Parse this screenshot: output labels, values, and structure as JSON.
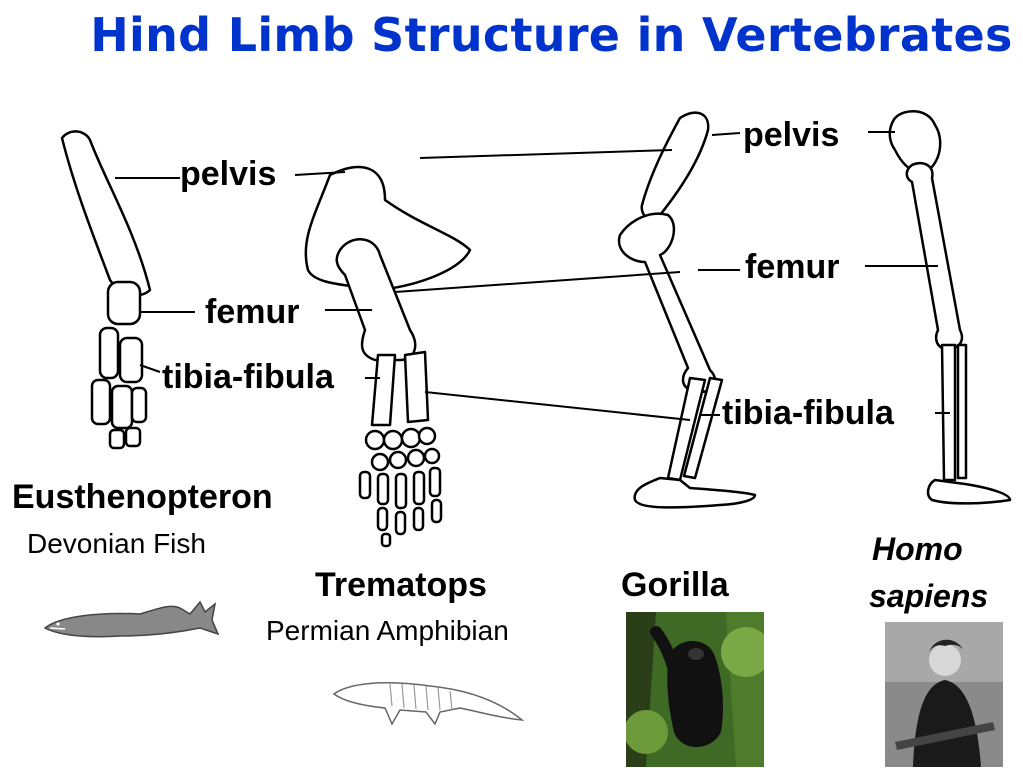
{
  "title": "Hind Limb Structure in Vertebrates",
  "bone_labels": {
    "pelvis": "pelvis",
    "femur": "femur",
    "tibia_fibula": "tibia-fibula"
  },
  "species": {
    "eusthenopteron": {
      "name": "Eusthenopteron",
      "period": "Devonian Fish"
    },
    "trematops": {
      "name": "Trematops",
      "period": "Permian Amphibian"
    },
    "gorilla": {
      "name": "Gorilla"
    },
    "homo": {
      "name_line1": "Homo",
      "name_line2": "sapiens"
    }
  },
  "colors": {
    "title": "#0033cc",
    "line": "#000000"
  }
}
